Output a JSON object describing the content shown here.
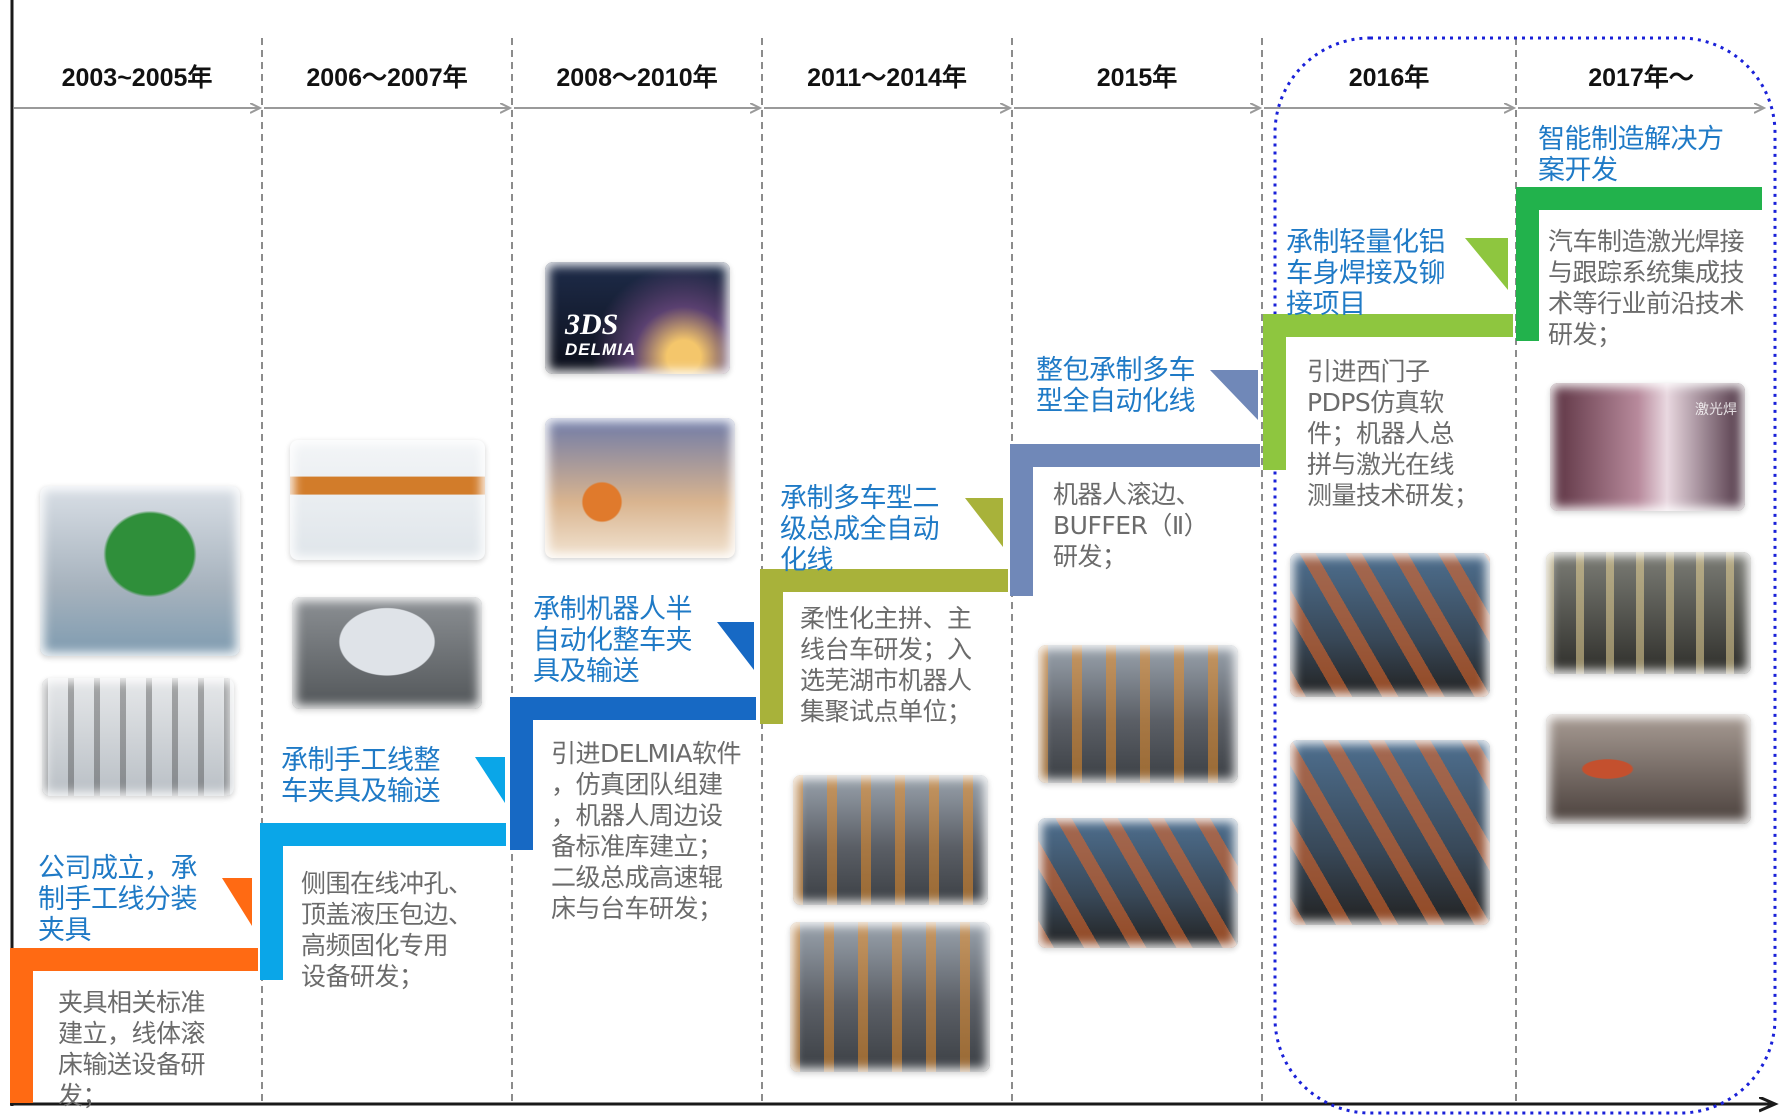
{
  "colors": {
    "axis": "#1a1a1a",
    "year_arrow": "#9a9a9a",
    "divider": "#8c8c8c",
    "highlight_frame": "#1a21d8",
    "title_text": "#1f7ac6",
    "desc_text": "#6b6b6b",
    "stage_colors": [
      "#ff6a13",
      "#0aa6e8",
      "#1769c4",
      "#a8b23a",
      "#7088b8",
      "#8ec63f",
      "#22b24c"
    ]
  },
  "years": [
    "2003~2005年",
    "2006～2007年",
    "2008～2010年",
    "2011～2014年",
    "2015年",
    "2016年",
    "2017年～"
  ],
  "stages": [
    {
      "title": [
        "公司成立，承",
        "制手工线分装",
        "夹具"
      ],
      "desc": [
        "夹具相关标准",
        "建立，线体滚",
        "床输送设备研",
        "发；"
      ],
      "photos": [
        {
          "kind": "jig"
        },
        {
          "kind": "line"
        }
      ]
    },
    {
      "title": [
        "承制手工线整",
        "车夹具及输送"
      ],
      "desc": [
        "侧围在线冲孔、",
        "顶盖液压包边、",
        "高频固化专用",
        "设备研发；"
      ],
      "photos": [
        {
          "kind": "frame"
        },
        {
          "kind": "body"
        }
      ]
    },
    {
      "title": [
        "承制机器人半",
        "自动化整车夹",
        "具及输送"
      ],
      "desc": [
        "引进DELMIA软件",
        "，仿真团队组建",
        "，机器人周边设",
        "备标准库建立；",
        "二级总成高速辊",
        "床与台车研发；"
      ],
      "photos": [
        {
          "kind": "space",
          "label": "DELMIA",
          "mark": "3DS"
        },
        {
          "kind": "sim"
        }
      ]
    },
    {
      "title": [
        "承制多车型二",
        "级总成全自动",
        "化线"
      ],
      "desc": [
        "柔性化主拼、主",
        "线台车研发；入",
        "选芜湖市机器人",
        "集聚试点单位；"
      ],
      "photos": [
        {
          "kind": "factory"
        },
        {
          "kind": "factory"
        }
      ]
    },
    {
      "title": [
        "整包承制多车",
        "型全自动化线"
      ],
      "desc": [
        "机器人滚边、",
        "BUFFER（Ⅱ）",
        "研发；"
      ],
      "photos": [
        {
          "kind": "factory"
        },
        {
          "kind": "robot"
        }
      ]
    },
    {
      "title": [
        "承制轻量化铝",
        "车身焊接及铆",
        "接项目"
      ],
      "desc": [
        "引进西门子",
        "PDPS仿真软",
        "件；机器人总",
        "拼与激光在线",
        "测量技术研发；"
      ],
      "photos": [
        {
          "kind": "robot"
        },
        {
          "kind": "robot"
        }
      ]
    },
    {
      "title": [
        "智能制造解决方",
        "案开发"
      ],
      "desc": [
        "汽车制造激光焊接",
        "与跟踪系统集成技",
        "术等行业前沿技术",
        "研发；"
      ],
      "photos": [
        {
          "kind": "weld",
          "overlay": "激光焊"
        },
        {
          "kind": "laser"
        },
        {
          "kind": "car"
        }
      ]
    }
  ]
}
